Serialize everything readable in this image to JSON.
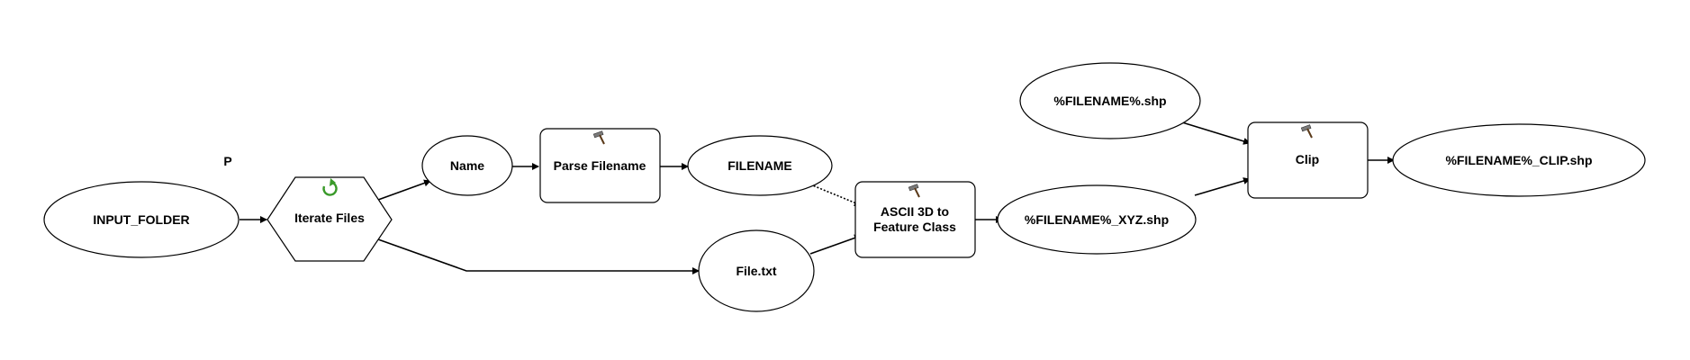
{
  "diagram": {
    "parameter_marker": "P",
    "nodes": {
      "input_folder": "INPUT_FOLDER",
      "iterate_files": "Iterate Files",
      "name": "Name",
      "parse_filename": "Parse Filename",
      "filename": "FILENAME",
      "file_txt": "File.txt",
      "ascii_line1": "ASCII 3D to",
      "ascii_line2": "Feature Class",
      "filename_xyz": "%FILENAME%_XYZ.shp",
      "filename_shp": "%FILENAME%.shp",
      "clip": "Clip",
      "filename_clip": "%FILENAME%_CLIP.shp"
    },
    "icons": {
      "iterator": "iterate-arrow-icon",
      "tool": "hammer-icon"
    },
    "colors": {
      "iterator_icon": "#3a9a2a",
      "stroke": "#000000"
    }
  }
}
